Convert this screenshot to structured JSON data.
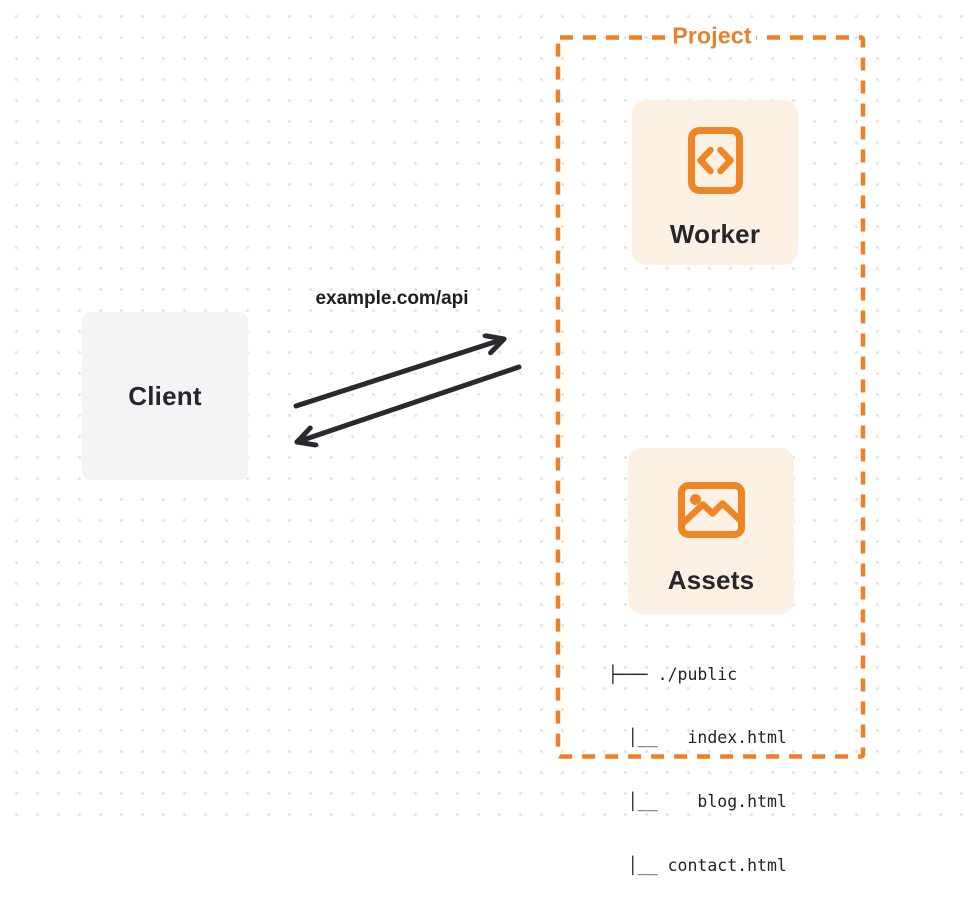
{
  "colors": {
    "accent_orange": "#ed812b",
    "card_cream": "#fdf1e3",
    "card_gray": "#f4f4f6",
    "ink": "#2a2a2e",
    "dot_grid": "#e2e2e5"
  },
  "project": {
    "label": "Project"
  },
  "nodes": {
    "client": {
      "label": "Client"
    },
    "worker": {
      "label": "Worker",
      "icon": "code-document-icon"
    },
    "assets": {
      "label": "Assets",
      "icon": "image-icon"
    }
  },
  "request": {
    "label": "example.com/api"
  },
  "file_tree": {
    "lines": [
      "├─── ./public",
      "  │__   index.html",
      "  │__    blog.html",
      "  │__ contact.html"
    ]
  }
}
